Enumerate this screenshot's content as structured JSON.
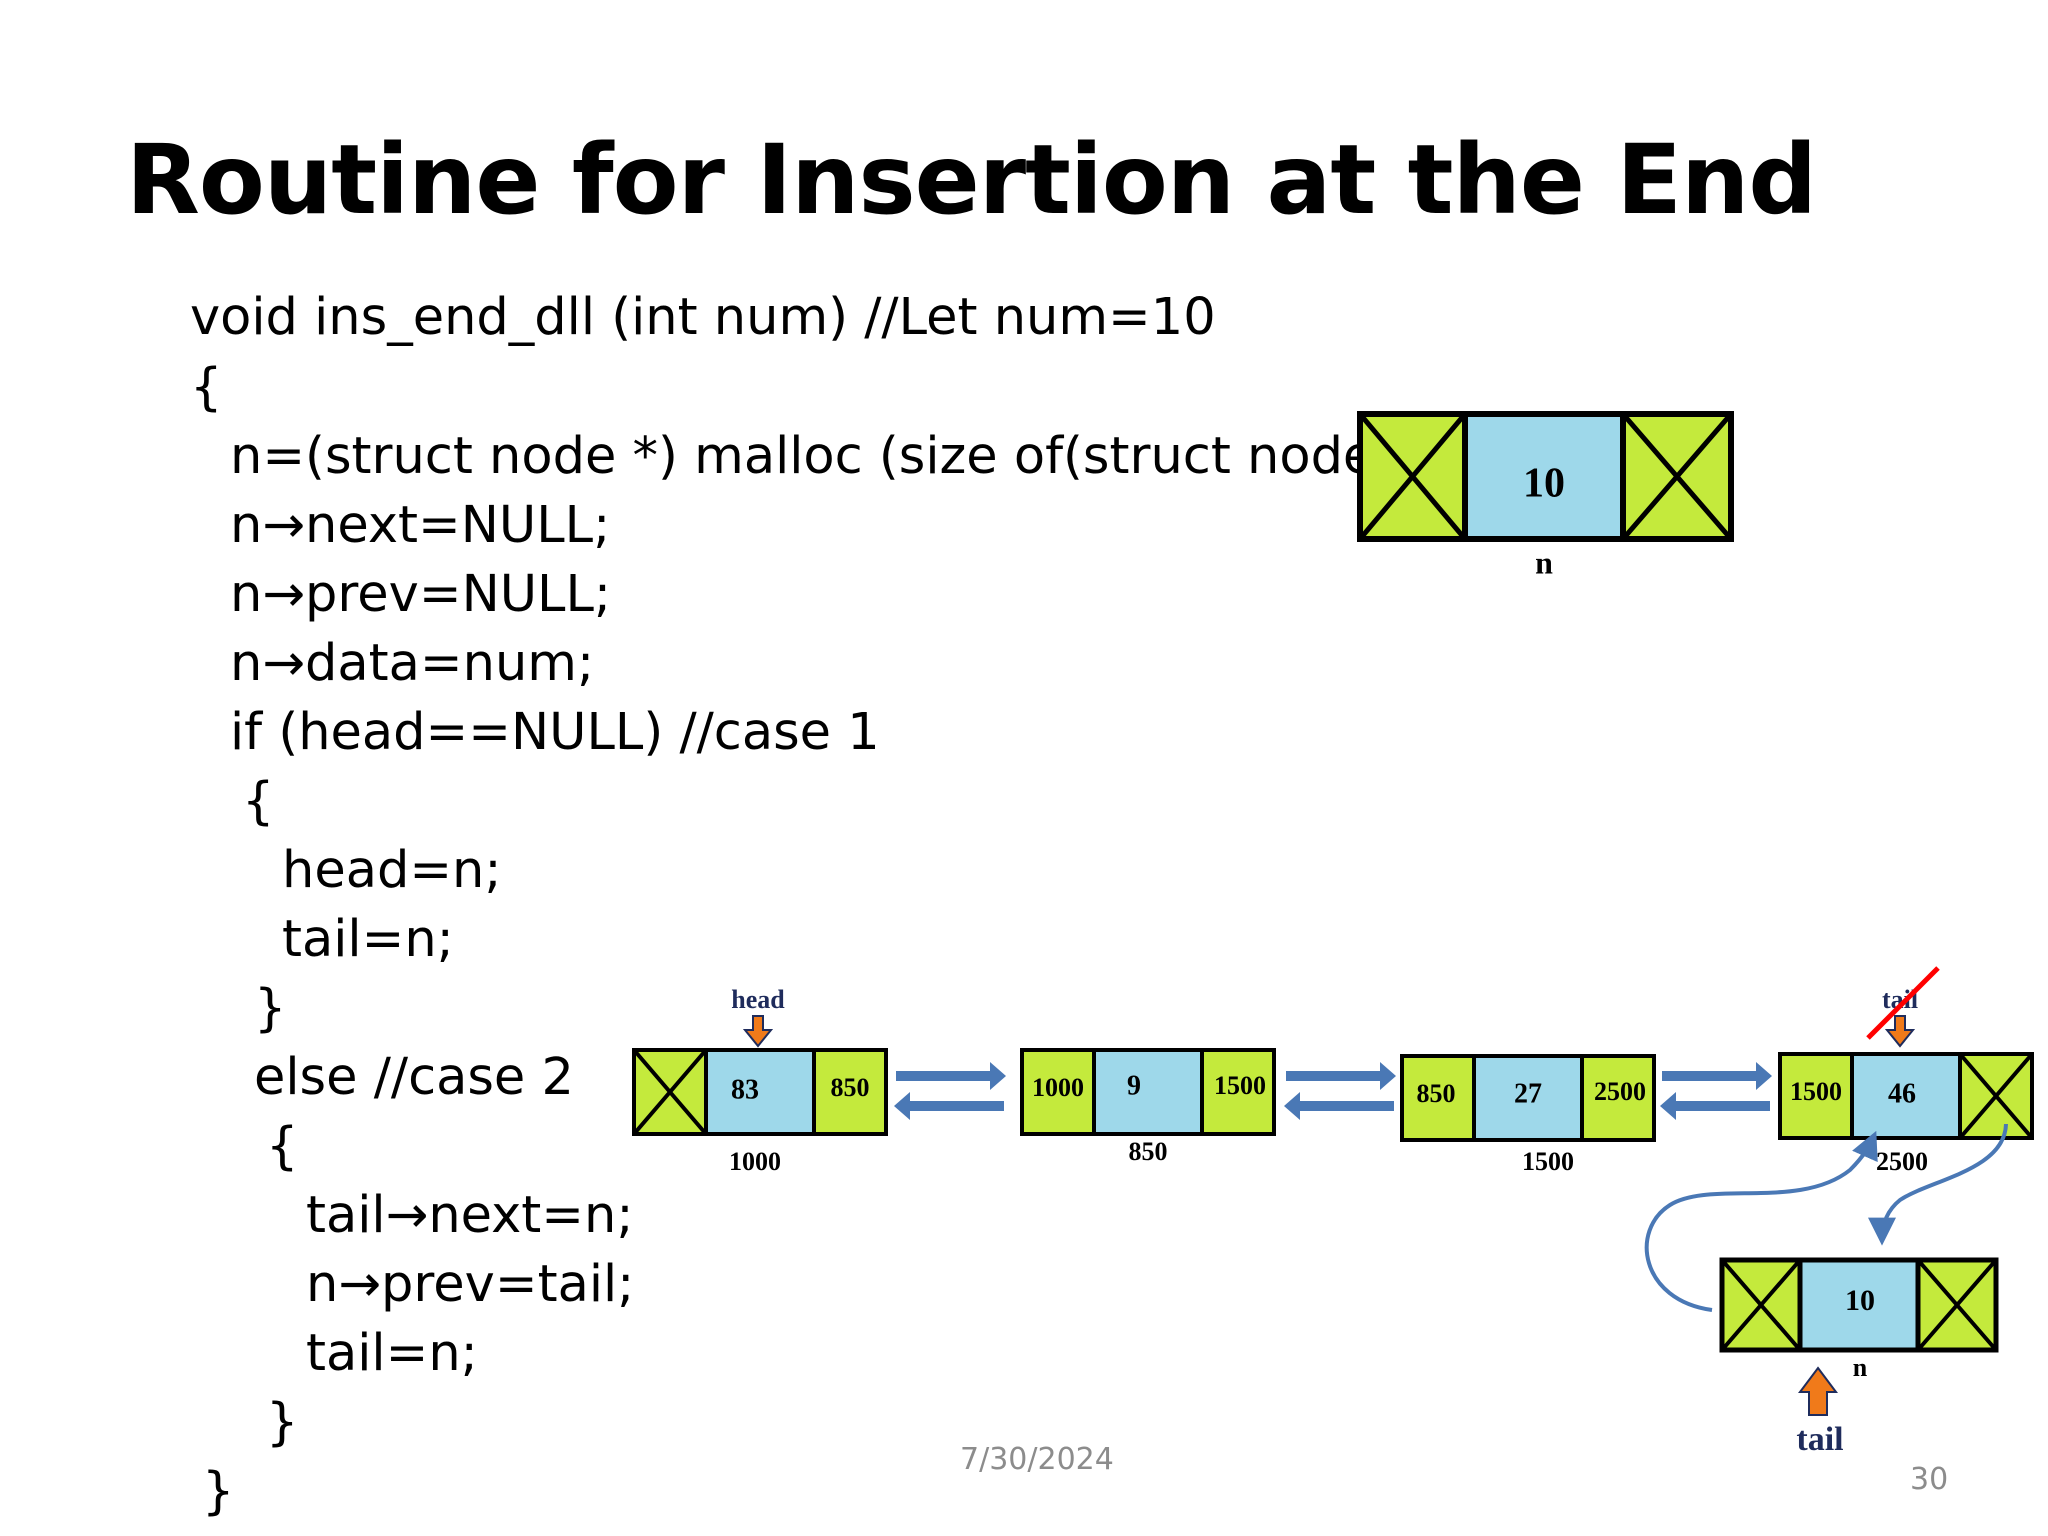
{
  "slide": {
    "title": "Routine for Insertion at the End",
    "footer_date": "7/30/2024",
    "page_number": "30"
  },
  "code": {
    "lines": [
      "void ins_end_dll (int num) //Let num=10",
      "{",
      "n=(struct node *) malloc (size of(struct node));",
      "n→next=NULL;",
      "n→prev=NULL;",
      "n→data=num;",
      "if (head==NULL) //case 1",
      "{",
      "head=n;",
      "tail=n;",
      "}",
      "else //case 2",
      "{",
      "tail→next=n;",
      "n→prev=tail;",
      "tail=n;",
      "}",
      "}"
    ]
  },
  "diagram": {
    "new_node_top": {
      "data": "10",
      "label": "n"
    },
    "list_nodes": [
      {
        "prev": "",
        "data": "83",
        "next": "850",
        "address": "1000"
      },
      {
        "prev": "1000",
        "data": "9",
        "next": "1500",
        "address": "850"
      },
      {
        "prev": "850",
        "data": "27",
        "next": "2500",
        "address": "1500"
      },
      {
        "prev": "1500",
        "data": "46",
        "next": "",
        "address": "2500"
      }
    ],
    "head_label": "head",
    "old_tail_label": "tail",
    "new_node_bottom": {
      "data": "10",
      "label": "n"
    },
    "new_tail_label": "tail"
  },
  "colors": {
    "pointer_cell": "#c4ea3c",
    "data_cell": "#9ed8ea",
    "link_arrow": "#4a78b5",
    "pointer_arrow": "#f07a1a",
    "strike": "#ff0000",
    "footer_text": "#8c8c8c"
  }
}
